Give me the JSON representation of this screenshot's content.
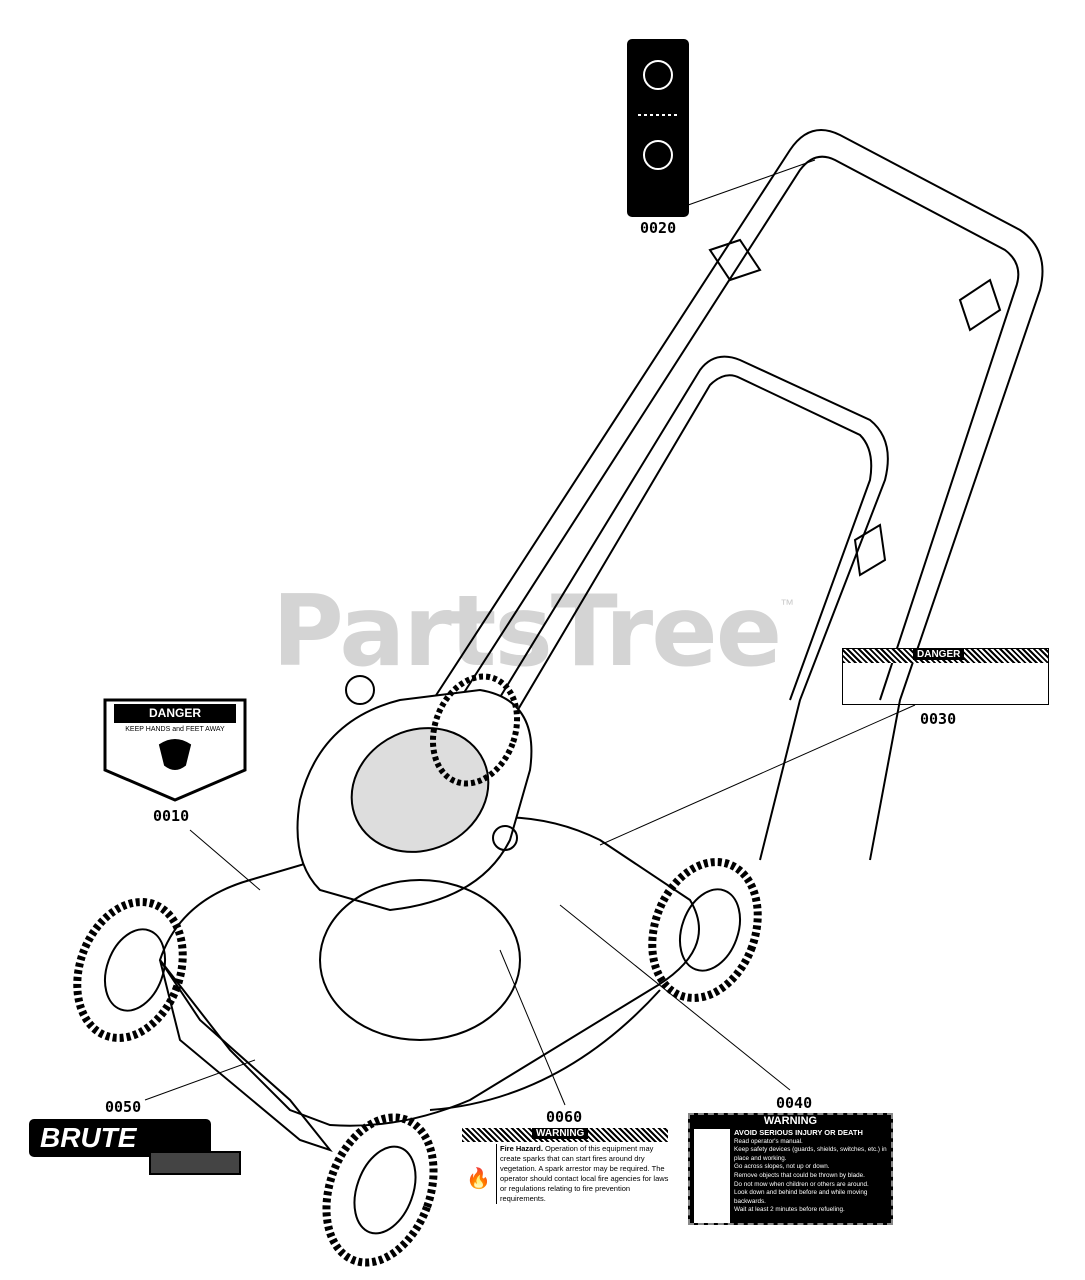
{
  "watermark": {
    "text": "PartsTree",
    "trademark": "™"
  },
  "callouts": [
    "0010",
    "0020",
    "0030",
    "0040",
    "0050",
    "0060"
  ],
  "decal_0010": {
    "title": "DANGER",
    "subtitle": "KEEP HANDS and FEET AWAY"
  },
  "decal_0030": {
    "title": "DANGER"
  },
  "decal_0050": {
    "brand": "BRUTE"
  },
  "decal_0060": {
    "title": "WARNING",
    "heading": "Fire Hazard.",
    "body": "Operation of this equipment may create sparks that can start fires around dry vegetation. A spark arrestor may be required. The operator should contact local fire agencies for laws or regulations relating to fire prevention requirements."
  },
  "decal_0040": {
    "title": "WARNING",
    "heading": "AVOID SERIOUS INJURY OR DEATH",
    "items": [
      "Read operator's manual.",
      "Keep safety devices (guards, shields, switches, etc.) in place and working.",
      "Go across slopes, not up or down.",
      "Remove objects that could be thrown by blade.",
      "Do not mow when children or others are around.",
      "Look down and behind before and while moving backwards.",
      "Wait at least 2 minutes before refueling."
    ]
  },
  "colors": {
    "line": "#000000",
    "watermark": "#d4d4d4",
    "background": "#ffffff"
  }
}
